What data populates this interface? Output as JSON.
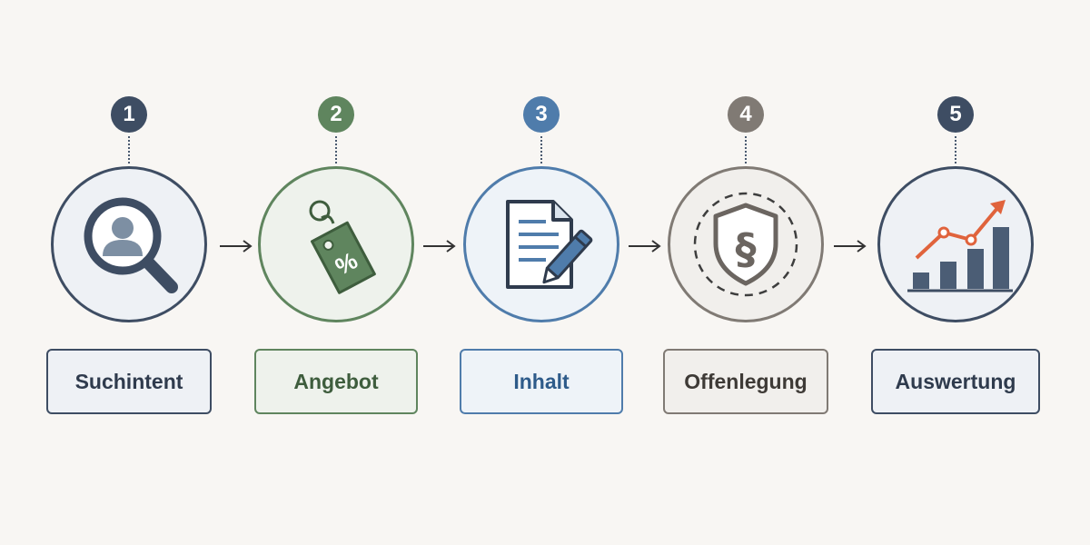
{
  "steps": [
    {
      "number": "1",
      "label": "Suchintent",
      "icon": "search-person-icon",
      "color": "#3e4d63"
    },
    {
      "number": "2",
      "label": "Angebot",
      "icon": "price-tag-percent-icon",
      "color": "#5f855e"
    },
    {
      "number": "3",
      "label": "Inhalt",
      "icon": "document-pen-icon",
      "color": "#4f7cab"
    },
    {
      "number": "4",
      "label": "Offenlegung",
      "icon": "shield-paragraph-icon",
      "color": "#807a74"
    },
    {
      "number": "5",
      "label": "Auswertung",
      "icon": "bar-chart-trend-icon",
      "color": "#3e4d63"
    }
  ],
  "accent_color": "#e0633c"
}
